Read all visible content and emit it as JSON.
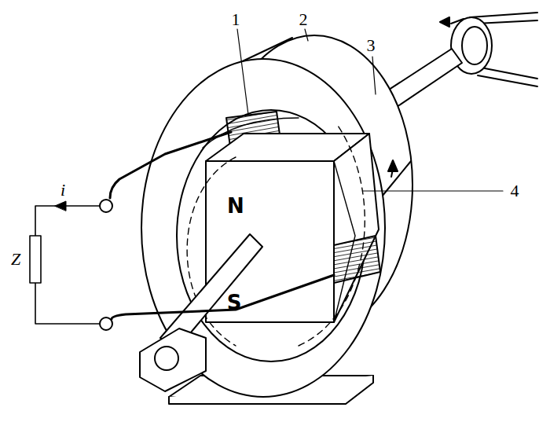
{
  "diagram": {
    "labels": [
      "1",
      "2",
      "3",
      "4",
      "N",
      "S",
      "i",
      "Z"
    ]
  }
}
